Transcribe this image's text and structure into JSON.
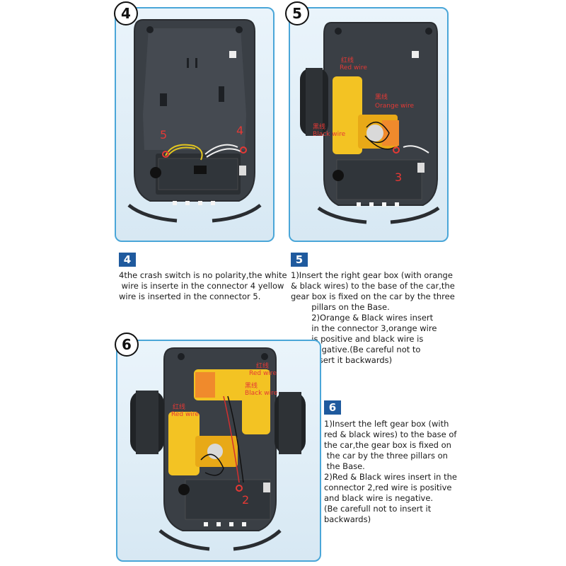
{
  "step4": {
    "circle_number": "4",
    "badge": "4",
    "connector_label_a": "5",
    "connector_label_b": "4",
    "lines": [
      "4the crash switch is no polarity,the white",
      " wire is inserte in the connector 4 yellow",
      "wire is inserted in the connector 5."
    ]
  },
  "step5": {
    "circle_number": "5",
    "badge": "5",
    "label_red_cn": "红线",
    "label_red_en": "Red wire",
    "label_orange_cn": "黑线",
    "label_orange_en": "Orange wire",
    "label_black_cn": "黑线",
    "label_black_en": "Black wire",
    "connector_label": "3",
    "lines": [
      "1)Insert the right gear box (with orange",
      "& black wires) to the base of the car,the",
      "gear box is fixed on the car by the three",
      "        pillars on the Base.",
      "        2)Orange & Black wires insert",
      "        in the connector 3,orange wire",
      "        is positive and black wire is",
      "        negative.(Be careful not to",
      "        insert it backwards)"
    ]
  },
  "step6": {
    "circle_number": "6",
    "badge": "6",
    "label_top_cn": "红线",
    "label_top_en": "Red wire",
    "label_black_cn": "黑线",
    "label_black_en": "Black wire",
    "label_red_cn": "红线",
    "label_red_en": "Red wire",
    "connector_label": "2",
    "lines": [
      "1)Insert the left gear box (with",
      "red & black wires) to the base of",
      "the car,the gear box is fixed on",
      " the car by the three pillars on",
      " the Base.",
      "2)Red & Black wires insert in the",
      "connector 2,red wire is positive",
      "and black wire is negative.",
      "(Be carefull not to insert it",
      "backwards)"
    ]
  }
}
